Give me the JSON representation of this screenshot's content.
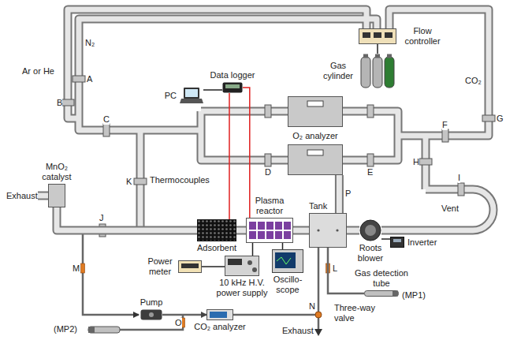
{
  "diagram": {
    "nodes": [
      {
        "text": [
          "Flow controller"
        ]
      },
      {
        "text": [
          "Gas cylinder"
        ]
      },
      {
        "text": [
          "Data logger"
        ]
      },
      {
        "text": [
          "PC"
        ]
      },
      {
        "text": [
          "O₂ analyzer"
        ]
      },
      {
        "text": [
          "MnO₂ catalyst"
        ]
      },
      {
        "text": [
          "Adsorbent"
        ]
      },
      {
        "text": [
          "Plasma reactor"
        ]
      },
      {
        "text": [
          "Tank"
        ]
      },
      {
        "text": [
          "Roots blower"
        ]
      },
      {
        "text": [
          "Inverter"
        ]
      },
      {
        "text": [
          "Power meter"
        ]
      },
      {
        "text": [
          "10 kHz H.V. power supply"
        ]
      },
      {
        "text": [
          "Oscillo- scope"
        ]
      },
      {
        "text": [
          "Pump"
        ]
      },
      {
        "text": [
          "CO₂ analyzer"
        ]
      },
      {
        "text": [
          "Gas detection tube"
        ]
      }
    ],
    "edges": [
      {
        "from": 0,
        "to": 1,
        "arrow": "none"
      },
      {
        "from": 2,
        "to": 3,
        "arrow": "none"
      },
      {
        "from": 2,
        "to": 6,
        "arrow": "none"
      },
      {
        "from": 2,
        "to": 7,
        "arrow": "none"
      },
      {
        "from": 4,
        "to": 8,
        "arrow": "none"
      },
      {
        "from": 6,
        "to": 7,
        "arrow": "none"
      },
      {
        "from": 7,
        "to": 8,
        "arrow": "none"
      },
      {
        "from": 8,
        "to": 9,
        "arrow": "none"
      },
      {
        "from": 6,
        "to": 5,
        "arrow": "none"
      },
      {
        "from": 9,
        "to": 10,
        "arrow": "none"
      },
      {
        "from": 11,
        "to": 12,
        "arrow": "none"
      },
      {
        "from": 12,
        "to": 7,
        "arrow": "none"
      },
      {
        "from": 13,
        "to": 7,
        "arrow": "none"
      },
      {
        "from": 14,
        "to": 15,
        "arrow": "to"
      },
      {
        "from": 8,
        "to": 16,
        "arrow": "none"
      }
    ],
    "labels": [
      "N₂",
      "Ar or He",
      "CO₂",
      "Exhaust",
      "Exhaust",
      "Vent",
      "Thermocouples",
      "Three-way valve",
      "(MP1)",
      "(MP2)",
      "A",
      "B",
      "C",
      "D",
      "E",
      "F",
      "G",
      "H",
      "I",
      "J",
      "K",
      "L",
      "M",
      "N",
      "O",
      "P"
    ]
  }
}
